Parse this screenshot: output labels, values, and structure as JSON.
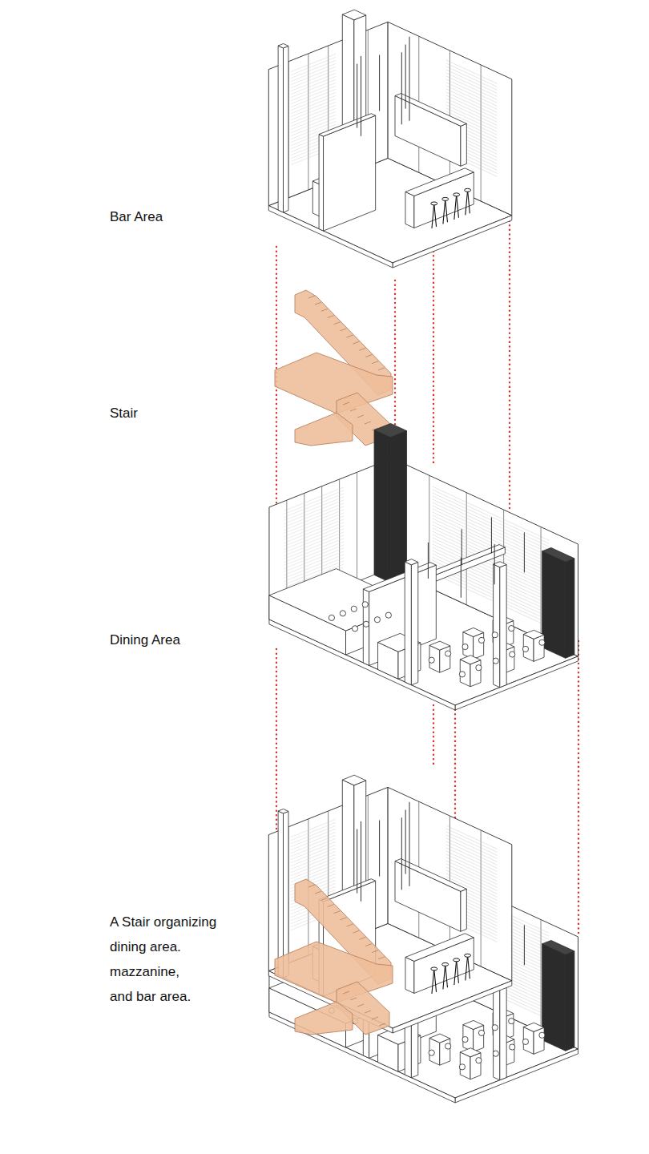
{
  "diagram": {
    "labels": [
      "Bar Area",
      "Stair",
      "Dining Area",
      "A Stair organizing dining area. mazzanine, and bar area."
    ]
  }
}
